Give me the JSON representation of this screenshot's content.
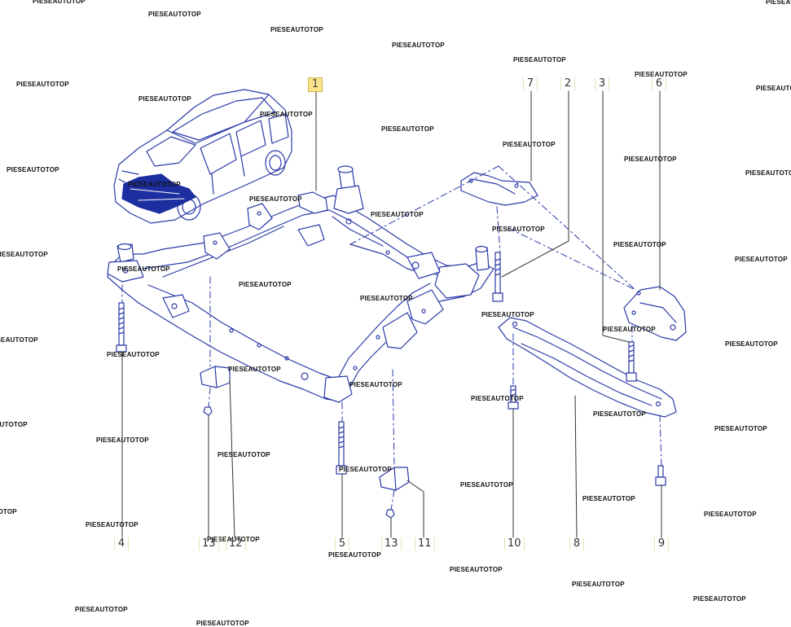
{
  "diagram": {
    "watermark_text": "PIESEAUTOTOP",
    "colors": {
      "line": "#2a3aa8",
      "fill": "#ffffff",
      "highlight_fill": "#f8e38a",
      "highlight_border": "#d5b64a",
      "label_text": "#333333"
    },
    "icons": {
      "vehicle": "suv-outline-icon",
      "subframe": "front-subframe-icon",
      "crossmember": "rear-crossmember-icon",
      "bracket": "mounting-bracket-icon",
      "bolt": "bolt-icon",
      "nut": "nut-icon"
    },
    "callouts": [
      {
        "id": "c1",
        "label": "1",
        "highlighted": true
      },
      {
        "id": "c7",
        "label": "7",
        "highlighted": false
      },
      {
        "id": "c2",
        "label": "2",
        "highlighted": false
      },
      {
        "id": "c3",
        "label": "3",
        "highlighted": false
      },
      {
        "id": "c6",
        "label": "6",
        "highlighted": false
      },
      {
        "id": "c4",
        "label": "4",
        "highlighted": false
      },
      {
        "id": "c13a",
        "label": "13",
        "highlighted": false
      },
      {
        "id": "c12",
        "label": "12",
        "highlighted": false
      },
      {
        "id": "c5",
        "label": "5",
        "highlighted": false
      },
      {
        "id": "c13b",
        "label": "13",
        "highlighted": false
      },
      {
        "id": "c11",
        "label": "11",
        "highlighted": false
      },
      {
        "id": "c10",
        "label": "10",
        "highlighted": false
      },
      {
        "id": "c8",
        "label": "8",
        "highlighted": false
      },
      {
        "id": "c9",
        "label": "9",
        "highlighted": false
      }
    ]
  }
}
